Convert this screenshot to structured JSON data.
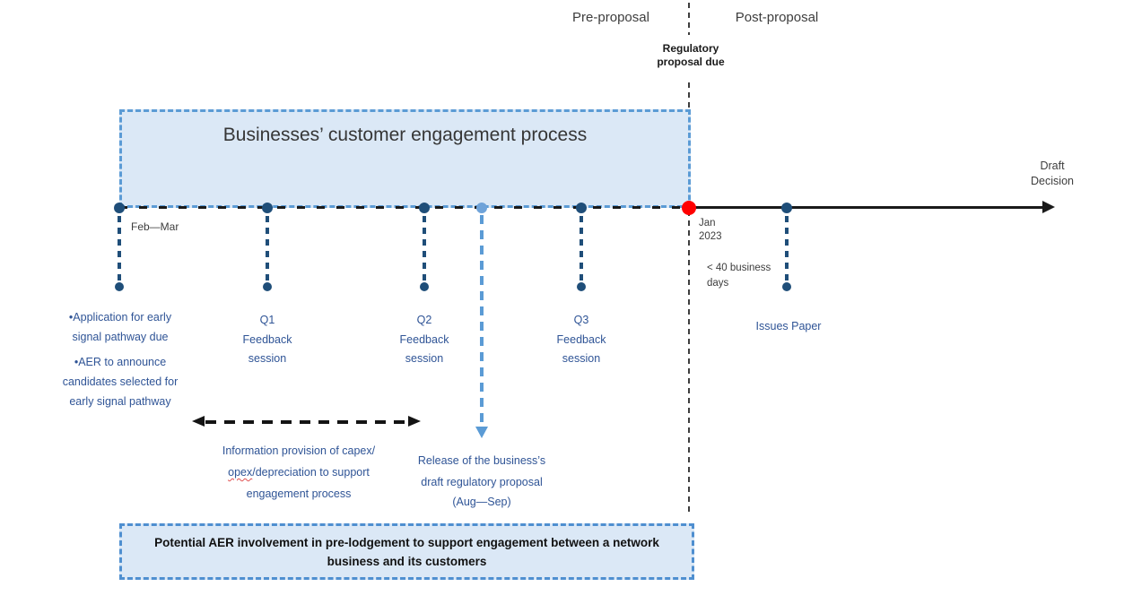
{
  "phases": {
    "pre_label": "Pre-proposal",
    "post_label": "Post-proposal",
    "divider_label": "Regulatory\nproposal due"
  },
  "engagement_box": {
    "title": "Businesses’ customer engagement process"
  },
  "timeline_notes": {
    "start_date": "Feb—Mar",
    "proposal_due_date": "Jan\n2023",
    "post_proposal_interval": "< 40 business\ndays",
    "end_label": "Draft\nDecision"
  },
  "milestones": {
    "early_signal_application": "•Application for early\nsignal pathway due",
    "aer_announcement": "•AER to announce\ncandidates selected for\nearly signal pathway",
    "q1_feedback": "Q1\nFeedback\nsession",
    "q2_feedback": "Q2\nFeedback\nsession",
    "q3_feedback": "Q3\nFeedback\nsession",
    "issues_paper": "Issues Paper"
  },
  "annotations": {
    "info_provision_line1": "Information provision of capex/",
    "info_provision_opex": "opex",
    "info_provision_line2_rest": "/depreciation to support",
    "info_provision_line3": "engagement process",
    "draft_proposal_release": "Release of the business’s\ndraft regulatory proposal",
    "draft_proposal_period": "(Aug—Sep)"
  },
  "footer_box": {
    "text": "Potential AER involvement in pre-lodgement to support engagement between a network business and its customers"
  },
  "colors": {
    "accent_blue": "#5b9bd5",
    "box_fill": "#dbe8f6",
    "navy": "#1f4e79",
    "label_blue": "#2f5496",
    "milestone_red": "#ff0000",
    "timeline_black": "#1a1a1a"
  }
}
